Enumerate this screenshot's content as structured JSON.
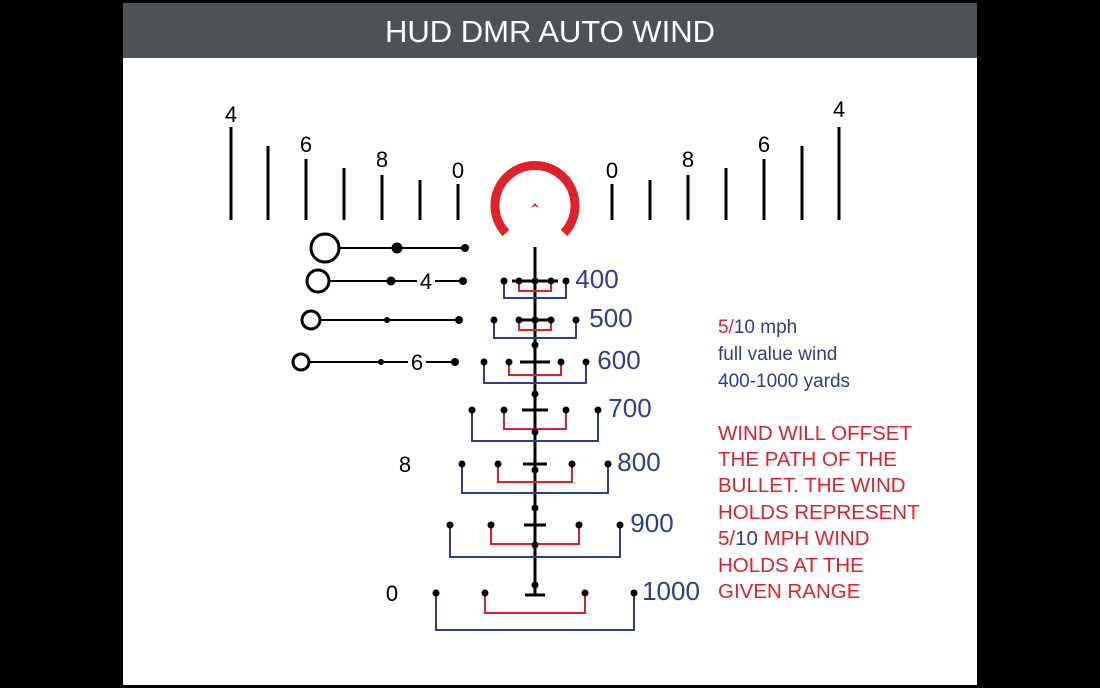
{
  "title": "HUD DMR AUTO WIND",
  "colors": {
    "red": "#e0202a",
    "blue": "#2e3d8f",
    "black": "#000000",
    "header": "#4d5256"
  },
  "top_scale": {
    "left_labels": [
      "4",
      "6",
      "8",
      "0"
    ],
    "right_labels": [
      "0",
      "8",
      "6",
      "4"
    ]
  },
  "left_markers": {
    "row2_label": "4",
    "row4_label": "6",
    "side_8": "8",
    "side_0": "0"
  },
  "ranges": [
    "400",
    "500",
    "600",
    "700",
    "800",
    "900",
    "1000"
  ],
  "legend": {
    "line1_red": "5/",
    "line1_blue": "10 mph",
    "line2": "full value wind",
    "line3": "400-1000 yards"
  },
  "note": {
    "lines": [
      "WIND WILL OFFSET",
      "THE PATH OF THE",
      "BULLET. THE WIND",
      "HOLDS REPRESENT"
    ],
    "line5_red_a": "5/",
    "line5_blue": "10",
    "line5_red_b": " MPH WIND",
    "line6": "HOLDS AT THE",
    "line7": "GIVEN RANGE"
  }
}
